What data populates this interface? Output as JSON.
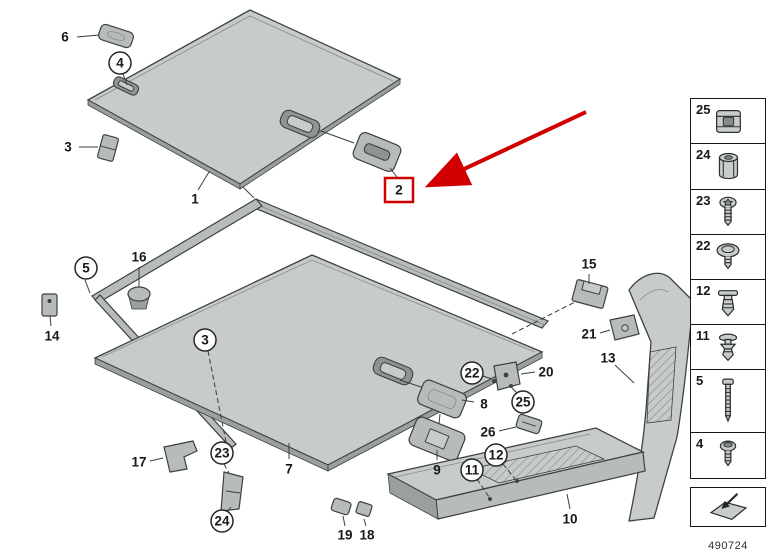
{
  "diagram": {
    "stamp": "490724",
    "callouts": {
      "1": "1",
      "2": "2",
      "3": "3",
      "4": "4",
      "5": "5",
      "6": "6",
      "7": "7",
      "8": "8",
      "9": "9",
      "10": "10",
      "11": "11",
      "12": "12",
      "13": "13",
      "14": "14",
      "15": "15",
      "16": "16",
      "17": "17",
      "18": "18",
      "19": "19",
      "20": "20",
      "21": "21",
      "22": "22",
      "23": "23",
      "24": "24",
      "25": "25",
      "26": "26"
    },
    "highlight": {
      "part": "2",
      "color": "#d10000"
    }
  },
  "legend": {
    "items": [
      {
        "label": "25",
        "icon": "clip-nut-icon"
      },
      {
        "label": "24",
        "icon": "sleeve-nut-icon"
      },
      {
        "label": "23",
        "icon": "torx-screw-icon"
      },
      {
        "label": "22",
        "icon": "oval-head-screw-icon"
      },
      {
        "label": "12",
        "icon": "expansion-rivet-icon"
      },
      {
        "label": "11",
        "icon": "push-clip-icon"
      },
      {
        "label": "5",
        "icon": "long-screw-icon"
      },
      {
        "label": "4",
        "icon": "machine-screw-icon"
      }
    ],
    "footer_icon": "continuation-arrow-icon"
  }
}
